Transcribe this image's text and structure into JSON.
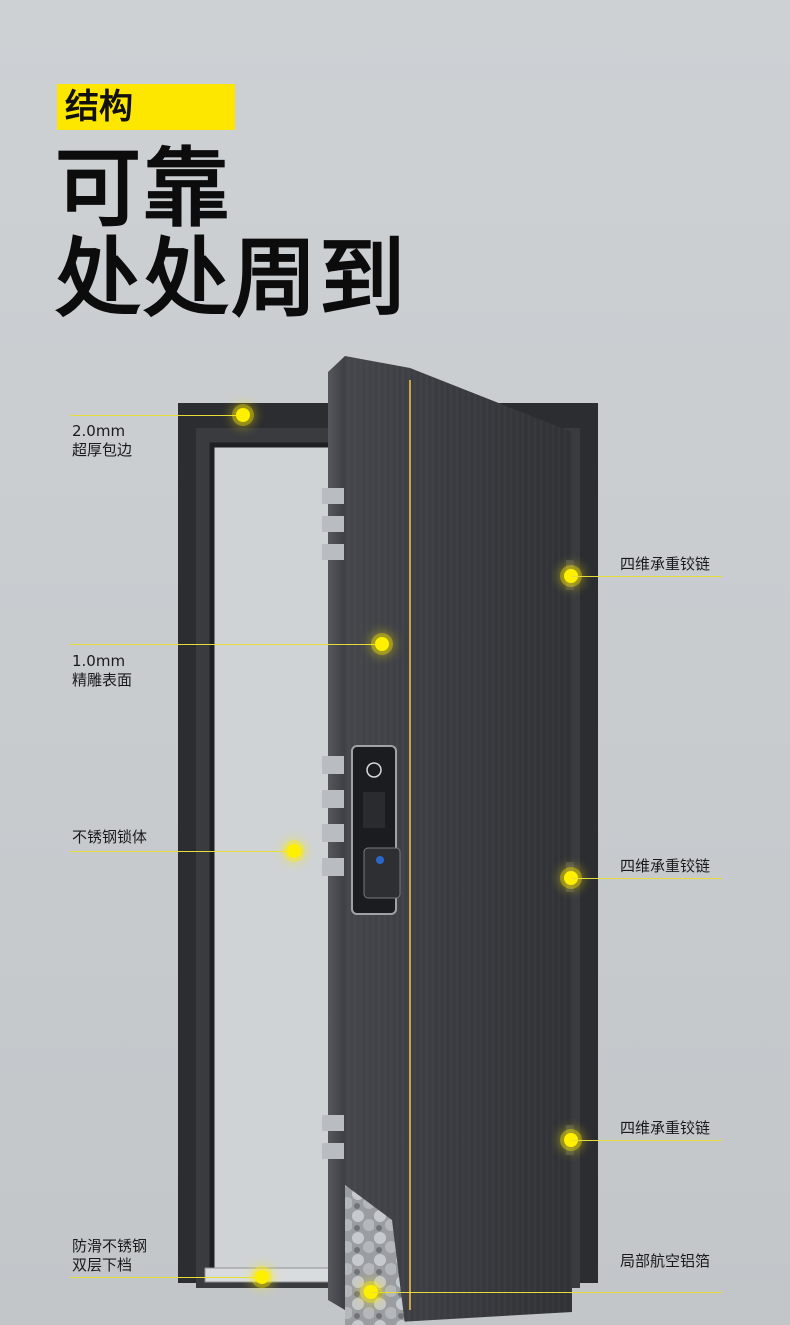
{
  "header": {
    "tag": "结构",
    "headline_line1": "可靠",
    "headline_line2": "处处周到"
  },
  "callouts_left": [
    {
      "line1": "2.0mm",
      "line2": "超厚包边"
    },
    {
      "line1": "1.0mm",
      "line2": "精雕表面"
    },
    {
      "line1": "不锈钢锁体",
      "line2": ""
    },
    {
      "line1": "防滑不锈钢",
      "line2": "双层下档"
    }
  ],
  "callouts_right": [
    {
      "text": "四维承重铰链"
    },
    {
      "text": "四维承重铰链"
    },
    {
      "text": "四维承重铰链"
    },
    {
      "text": "局部航空铝箔"
    }
  ],
  "colors": {
    "accent": "#fde700",
    "background": "#c9cdd0",
    "door": "#3a3c41",
    "frame": "#2c2d31"
  }
}
